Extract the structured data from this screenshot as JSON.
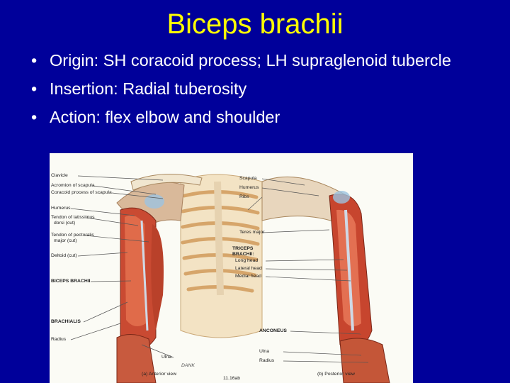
{
  "slide": {
    "title": "Biceps brachii",
    "bullets": [
      "Origin: SH coracoid process; LH supraglenoid tubercle",
      "Insertion: Radial tuberosity",
      "Action: flex elbow and shoulder"
    ]
  },
  "figure": {
    "left_labels": [
      "Clavicle",
      "Acromion of scapula",
      "Coracoid process of scapula",
      "Humerus",
      "Tendon of latissimus",
      "dorsi (cut)",
      "Tendon of pectoralis",
      "major (cut)",
      "Deltoid (cut)",
      "BICEPS BRACHII",
      "BRACHIALIS",
      "Radius",
      "Ulna"
    ],
    "right_labels": [
      "Scapula",
      "Humerus",
      "Ribs",
      "Teres major",
      "TRICEPS",
      "BRACHII:",
      "Long head",
      "Lateral head",
      "Medial head",
      "ANCONEUS",
      "Ulna",
      "Radius"
    ],
    "captions": {
      "anterior": "(a) Anterior view",
      "posterior": "(b) Posterior view",
      "figure_number": "11.16ab",
      "signature": "DANK"
    }
  }
}
